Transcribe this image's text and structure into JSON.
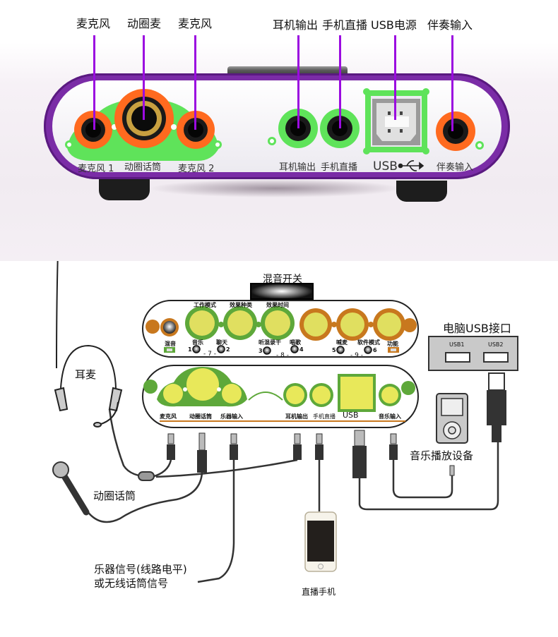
{
  "top_photo": {
    "callouts": [
      {
        "id": "mic1",
        "label": "麦克风"
      },
      {
        "id": "dynamic",
        "label": "动圈麦"
      },
      {
        "id": "mic2",
        "label": "麦克风"
      },
      {
        "id": "headphone",
        "label": "耳机输出"
      },
      {
        "id": "phone_live",
        "label": "手机直播"
      },
      {
        "id": "usb_power",
        "label": "USB电源"
      },
      {
        "id": "accomp",
        "label": "伴奏输入"
      }
    ],
    "panel_labels": {
      "mic1": "麦克风 1",
      "dynamic": "动圈话筒",
      "mic2": "麦克风 2",
      "headphone": "耳机输出",
      "phone_live": "手机直播",
      "usb": "USB",
      "accomp": "伴奏输入"
    },
    "colors": {
      "callout_line": "#9b0be0",
      "orange_ring": "#ff6a1f",
      "green_ring": "#5fe35a",
      "chassis": "#7a2ca6"
    }
  },
  "diagram": {
    "mix_switch_label": "混音开关",
    "top_panel": {
      "knob_labels": [
        "工作模式",
        "效果种类",
        "效果时间"
      ],
      "mix_label": "混音",
      "function_label": "功能",
      "buttons": [
        {
          "num": "1",
          "label": "音乐"
        },
        {
          "num": "2",
          "label": "聊天"
        },
        {
          "num": "3",
          "label": "听混录干"
        },
        {
          "num": "4",
          "label": "唱歌"
        },
        {
          "num": "5",
          "label": "喊麦"
        },
        {
          "num": "6",
          "label": "软件模式"
        }
      ],
      "groups": [
        "- 7 -",
        "- 8 -",
        "- 9 -"
      ]
    },
    "bottom_panel": {
      "port_labels": [
        "麦克风",
        "动圈话筒",
        "乐器输入",
        "耳机输出",
        "手机直播",
        "USB",
        "音乐输入"
      ]
    },
    "pc_usb": {
      "title": "电脑USB接口",
      "ports": [
        "USB1",
        "USB2"
      ]
    },
    "headset_label": "耳麦",
    "dynamic_mic_label": "动圈话筒",
    "music_player_label": "音乐播放设备",
    "phone_label": "直播手机",
    "instrument_label_line1": "乐器信号(线路电平)",
    "instrument_label_line2": "或无线话筒信号",
    "colors": {
      "green": "#5ea83a",
      "yellow": "#e8e85a",
      "orange": "#c8781e",
      "cable": "#333333"
    }
  }
}
